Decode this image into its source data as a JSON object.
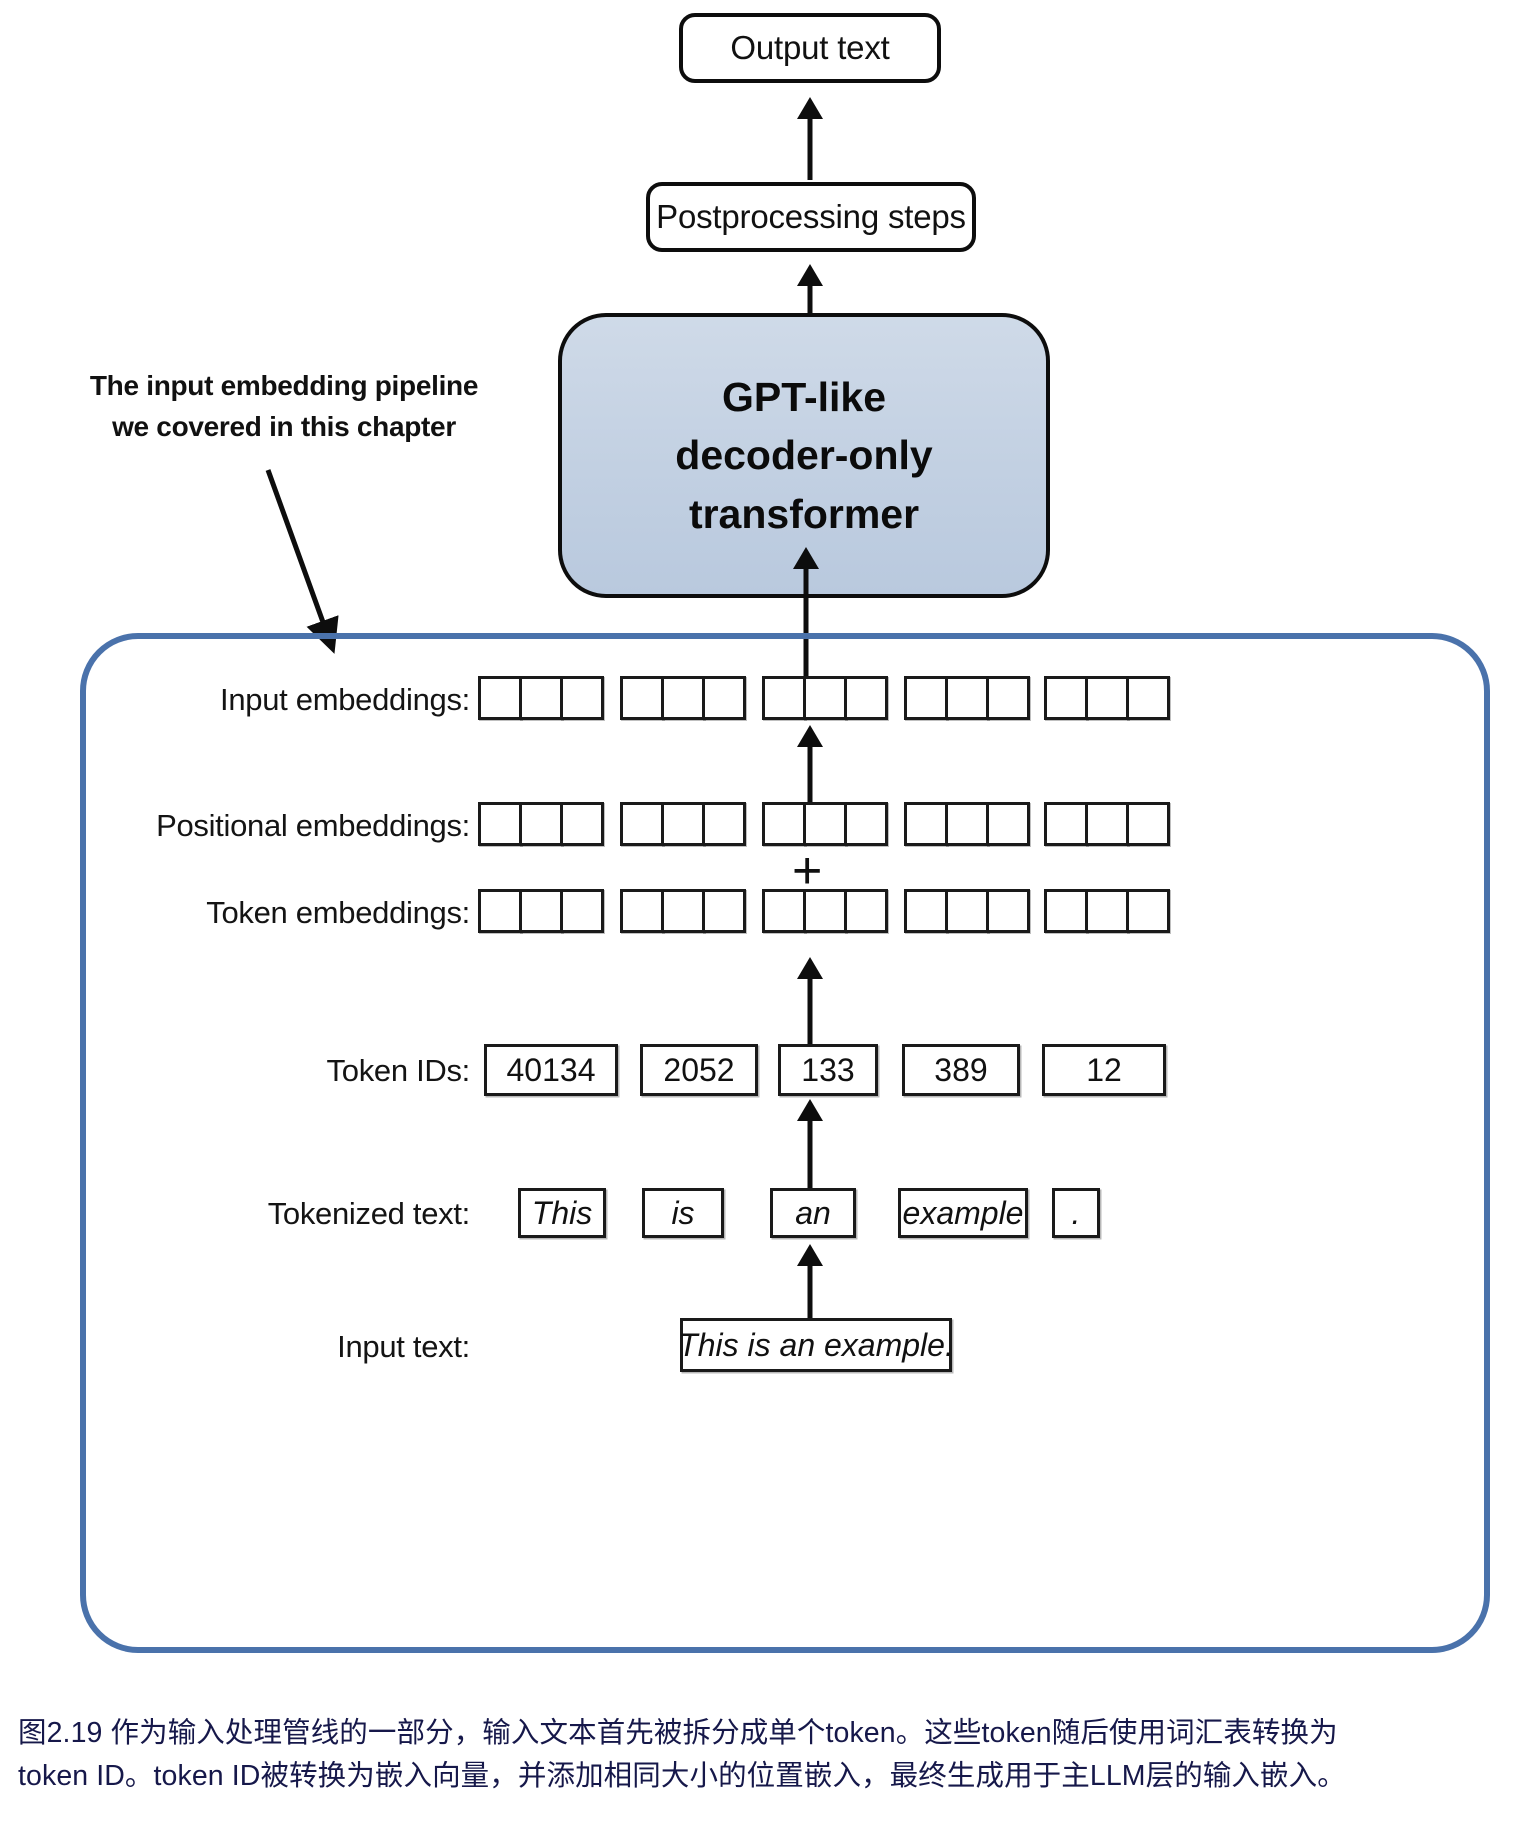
{
  "flow": {
    "output_text": "Output text",
    "postprocessing": "Postprocessing steps",
    "gpt_block_line1": "GPT-like",
    "gpt_block_line2": "decoder-only",
    "gpt_block_line3": "transformer"
  },
  "annotation": {
    "line1": "The input embedding pipeline",
    "line2": "we covered in this chapter"
  },
  "rows": {
    "input_embeddings_label": "Input embeddings:",
    "positional_embeddings_label": "Positional embeddings:",
    "token_embeddings_label": "Token embeddings:",
    "token_ids_label": "Token IDs:",
    "tokenized_text_label": "Tokenized text:",
    "input_text_label": "Input text:"
  },
  "operators": {
    "plus": "+"
  },
  "embeddings": {
    "cells_per_group": 3,
    "groups": 5
  },
  "token_ids": [
    "40134",
    "2052",
    "133",
    "389",
    "12"
  ],
  "tokens": [
    "This",
    "is",
    "an",
    "example",
    "."
  ],
  "input_text": "This is an example.",
  "caption": {
    "line1": "图2.19 作为输入处理管线的一部分，输入文本首先被拆分成单个token。这些token随后使用词汇表转换为",
    "line2": "token ID。token ID被转换为嵌入向量，并添加相同大小的位置嵌入，最终生成用于主LLM层的输入嵌入。"
  },
  "colors": {
    "container_border": "#4a72ab",
    "gpt_fill": "#c2d0e2",
    "stroke": "#0d0d0d",
    "caption_text": "#16184a"
  }
}
